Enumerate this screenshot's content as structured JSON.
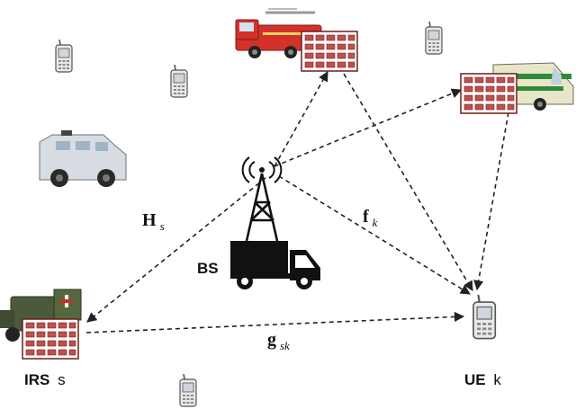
{
  "labels": {
    "bs": "BS",
    "irs_bold": "IRS",
    "irs_index": "s",
    "ue_bold": "UE",
    "ue_index": "k",
    "channel_bs_irs_main": "H",
    "channel_bs_irs_sub": "s",
    "channel_bs_ue_main": "f",
    "channel_bs_ue_sub": "k",
    "channel_irs_ue_main": "g",
    "channel_irs_ue_sub": "sk"
  },
  "colors": {
    "irs_panel": "#c0504d",
    "irs_panel_dark": "#8b2a27",
    "link": "#222222",
    "truck": "#111111",
    "fire_truck": "#d4312b",
    "army": "#4a5a3a",
    "ambulance_van": "#e8e6c8",
    "armored": "#d7dde3"
  }
}
